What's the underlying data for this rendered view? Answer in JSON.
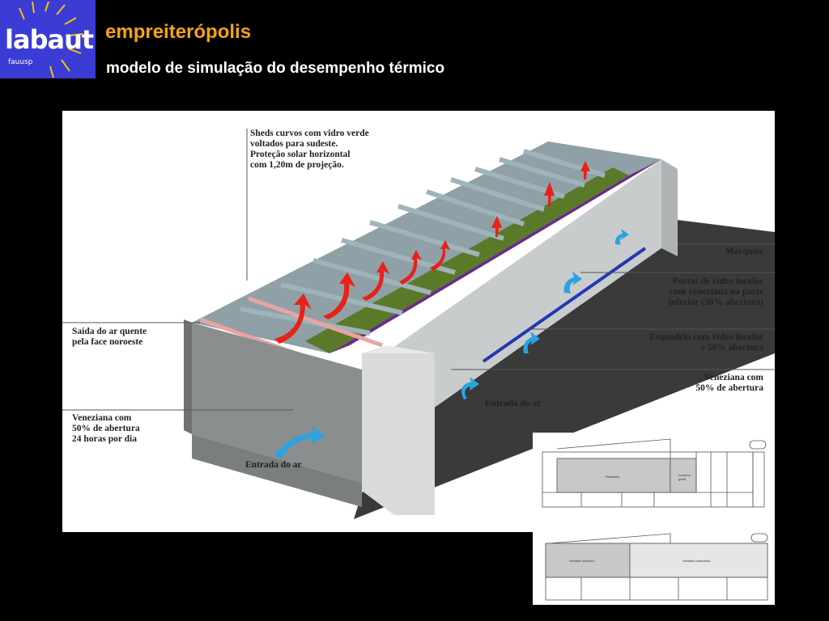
{
  "header": {
    "logo_text": "labaut",
    "logo_sub": "fauusp",
    "title": "empreiterópolis",
    "subtitle": "modelo de simulação do desempenho térmico"
  },
  "diagram": {
    "labels": {
      "sheds": "Sheds curvos com vidro verde\nvoltados para sudeste.\nProteção solar horizontal\ncom 1,20m de projeção.",
      "saida": "Saída do ar quente\npela face noroeste",
      "veneziana_left": "Veneziana com\n50% de abertura\n24 horas por dia",
      "entrada_left": "Entrada do ar",
      "entrada_mid": "Entrada do ar",
      "marquise": "Marquise",
      "portas": "Portas de vidro incolor\ncom veneziana na parte\ninferior (30% abertura)",
      "esquadria": "Esquadria com vidro incolor\ne 50% abertura",
      "veneziana_right": "Veneziana com\n50% de abertura"
    },
    "plan_labels": {
      "p1_left": "Refeitório",
      "p1_right": "Cozinha\ngeral",
      "p2_left": "Vestiário feminino",
      "p2_right": "Vestiário masculino"
    }
  }
}
